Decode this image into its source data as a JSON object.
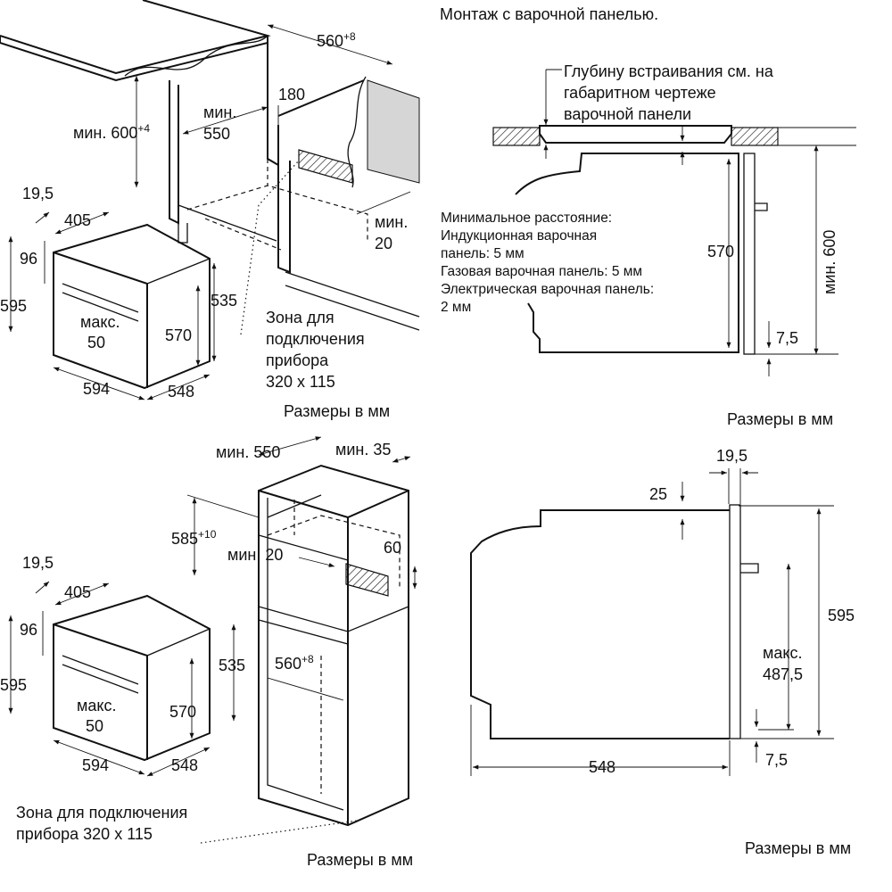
{
  "top_left": {
    "d_560_8": "560",
    "d_560_8_sup": "+8",
    "d_min600": "мин. 600",
    "d_min600_sup": "+4",
    "d_min550_a": "мин.",
    "d_min550_b": "550",
    "d_180": "180",
    "d_min20_a": "мин.",
    "d_min20_b": "20",
    "d_19_5": "19,5",
    "d_405": "405",
    "d_96": "96",
    "d_595": "595",
    "d_535": "535",
    "d_max50_a": "макс.",
    "d_max50_b": "50",
    "d_570": "570",
    "d_594": "594",
    "d_548": "548",
    "zone_l1": "Зона для",
    "zone_l2": "подключения",
    "zone_l3": "прибора",
    "zone_l4": "320 x 115",
    "units": "Размеры в мм"
  },
  "top_right": {
    "title": "Монтаж с варочной панелью.",
    "depth_l1": "Глубину встраивания см. на",
    "depth_l2": "габаритном чертеже",
    "depth_l3": "варочной панели",
    "min_dist_l1": "Минимальное расстояние:",
    "min_dist_l2": "Индукционная варочная",
    "min_dist_l3": "панель: 5 мм",
    "min_dist_l4": "Газовая варочная панель: 5 мм",
    "min_dist_l5": "Электрическая варочная панель:",
    "min_dist_l6": "2 мм",
    "d_570": "570",
    "d_min600": "мин. 600",
    "d_7_5": "7,5",
    "units": "Размеры в мм"
  },
  "bottom_left": {
    "d_min550": "мин. 550",
    "d_min35": "мин. 35",
    "d_585": "585",
    "d_585_sup": "+10",
    "d_min20": "мин. 20",
    "d_60": "60",
    "d_560": "560",
    "d_560_sup": "+8",
    "d_19_5": "19,5",
    "d_405": "405",
    "d_96": "96",
    "d_595": "595",
    "d_535": "535",
    "d_max50_a": "макс.",
    "d_max50_b": "50",
    "d_570": "570",
    "d_594": "594",
    "d_548": "548",
    "zone_l1": "Зона для подключения",
    "zone_l2": "прибора 320 x 115",
    "units": "Размеры в мм"
  },
  "bottom_right": {
    "d_19_5": "19,5",
    "d_25": "25",
    "d_595": "595",
    "d_max_a": "макс.",
    "d_max_b": "487,5",
    "d_548": "548",
    "d_7_5": "7,5",
    "units": "Размеры в мм"
  }
}
